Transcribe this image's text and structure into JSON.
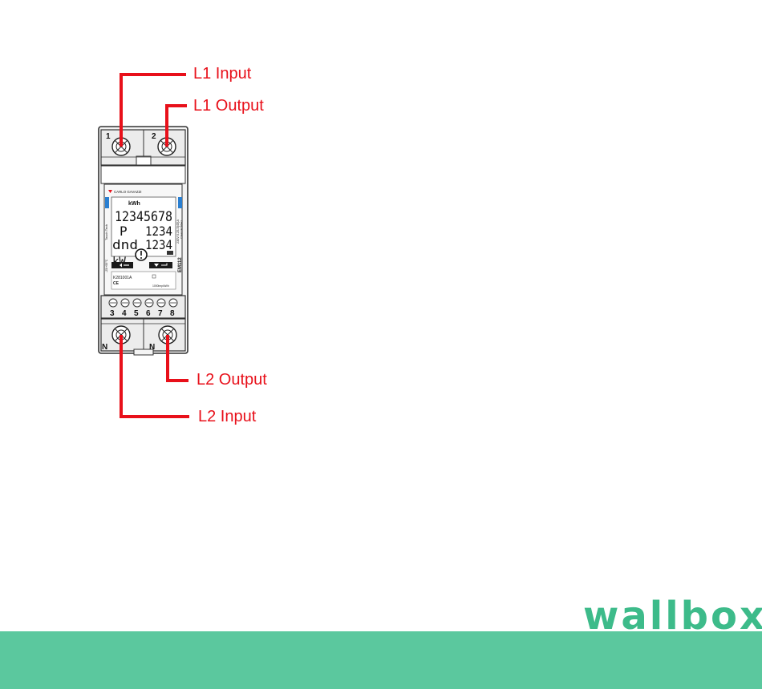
{
  "labels": {
    "l1_input": "L1 Input",
    "l1_output": "L1 Output",
    "l2_output": "L2 Output",
    "l2_input": "L2 Input"
  },
  "meter": {
    "brand": "CARLO GAVAZZI",
    "unit_kwh": "kWh",
    "reading": "12345678",
    "row2_left": "P",
    "row2_right": "1234",
    "row3_left": "dnd",
    "row3_right": "1234",
    "unit_kw": "kW",
    "model": "EM112",
    "touch_tech": "Touch Tech",
    "rating": "230V 0.25-5(45)A",
    "class": "Class B 50Hz",
    "serial": "K281001A",
    "ce": "CE",
    "imp": "1000imp/kWh",
    "temp": "-25/+55°C",
    "terminal_top_left": "1",
    "terminal_top_right": "2",
    "terminal_bottom_left": "N",
    "terminal_bottom_right": "N",
    "small_terminals": [
      "3",
      "4",
      "5",
      "6",
      "7",
      "8"
    ]
  },
  "footer": {
    "logo": "wallbox"
  },
  "colors": {
    "wire": "#e8101a",
    "band": "#5bc89e",
    "logo": "#3dbb8a",
    "lcd_blue": "#2a7fd1"
  }
}
